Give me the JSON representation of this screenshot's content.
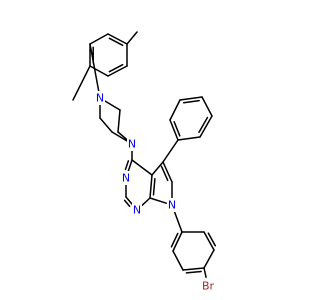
{
  "molecule": {
    "colors": {
      "bond": "#000000",
      "nitrogen": "#0000ff",
      "bromine": "#a52a2a"
    },
    "atoms": [
      {
        "id": "n_pip1",
        "label": "N",
        "element": "nitrogen"
      },
      {
        "id": "n_pip4",
        "label": "N",
        "element": "nitrogen"
      },
      {
        "id": "n_pyr1",
        "label": "N",
        "element": "nitrogen"
      },
      {
        "id": "n_pyr3",
        "label": "N",
        "element": "nitrogen"
      },
      {
        "id": "n_pyrrole",
        "label": "N",
        "element": "nitrogen"
      },
      {
        "id": "br",
        "label": "Br",
        "element": "bromine"
      }
    ]
  }
}
